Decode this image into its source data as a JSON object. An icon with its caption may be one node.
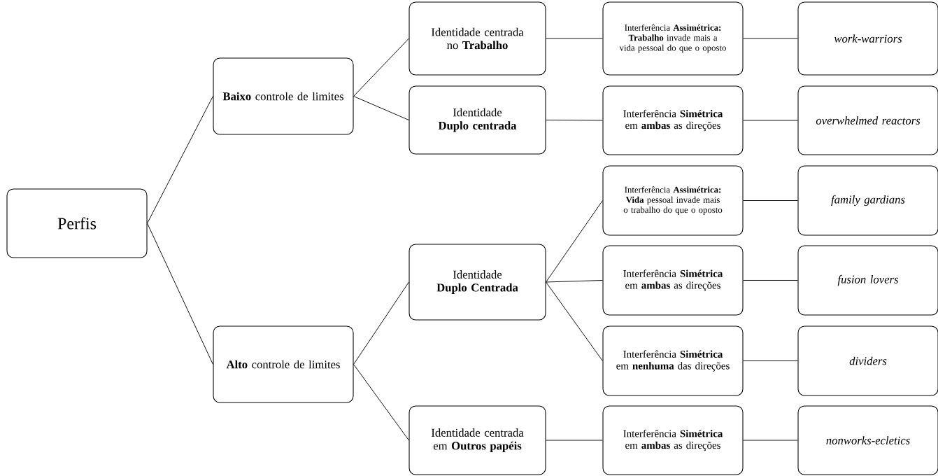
{
  "diagram": {
    "nodes": [
      {
        "text": [
          "Perfis"
        ]
      },
      {
        "text": [
          "**Baixo** controle de limites"
        ]
      },
      {
        "text": [
          "Identidade centrada no **Trabalho**"
        ]
      },
      {
        "text": [
          "Interferência **Assimétrica: Trabalho** invade mais a vida pessoal do que o oposto"
        ]
      },
      {
        "text": [
          "work-warriors"
        ]
      },
      {
        "text": [
          "Identidade **Duplo centrada**"
        ]
      },
      {
        "text": [
          "Interferência **Simétrica** em **ambas** as direções"
        ]
      },
      {
        "text": [
          "overwhelmed reactors"
        ]
      },
      {
        "text": [
          "**Alto** controle de limites"
        ]
      },
      {
        "text": [
          "Identidade **Duplo Centrada**"
        ]
      },
      {
        "text": [
          "Interferência **Assimétrica: Vida** pessoal invade mais o trabalho do que o oposto"
        ]
      },
      {
        "text": [
          "family gardians"
        ]
      },
      {
        "text": [
          "Interferência **Simétrica** em **ambas** as direções"
        ]
      },
      {
        "text": [
          "fusion lovers"
        ]
      },
      {
        "text": [
          "Interferência **Simétrica** em **nenhuma** das direções"
        ]
      },
      {
        "text": [
          "dividers"
        ]
      },
      {
        "text": [
          "Identidade centrada em **Outros papéis**"
        ]
      },
      {
        "text": [
          "Interferência **Simétrica** em **ambas** as direções"
        ]
      },
      {
        "text": [
          "nonworks-ecletics"
        ]
      }
    ],
    "edges": [
      {
        "from": 0,
        "to": 1,
        "arrow": "none"
      },
      {
        "from": 0,
        "to": 8,
        "arrow": "none"
      },
      {
        "from": 1,
        "to": 2,
        "arrow": "none"
      },
      {
        "from": 1,
        "to": 5,
        "arrow": "none"
      },
      {
        "from": 2,
        "to": 3,
        "arrow": "none"
      },
      {
        "from": 3,
        "to": 4,
        "arrow": "none"
      },
      {
        "from": 5,
        "to": 6,
        "arrow": "none"
      },
      {
        "from": 6,
        "to": 7,
        "arrow": "none"
      },
      {
        "from": 8,
        "to": 9,
        "arrow": "none"
      },
      {
        "from": 8,
        "to": 16,
        "arrow": "none"
      },
      {
        "from": 9,
        "to": 10,
        "arrow": "none"
      },
      {
        "from": 9,
        "to": 12,
        "arrow": "none"
      },
      {
        "from": 9,
        "to": 14,
        "arrow": "none"
      },
      {
        "from": 10,
        "to": 11,
        "arrow": "none"
      },
      {
        "from": 12,
        "to": 13,
        "arrow": "none"
      },
      {
        "from": 14,
        "to": 15,
        "arrow": "none"
      },
      {
        "from": 16,
        "to": 17,
        "arrow": "none"
      },
      {
        "from": 17,
        "to": 18,
        "arrow": "none"
      }
    ]
  }
}
